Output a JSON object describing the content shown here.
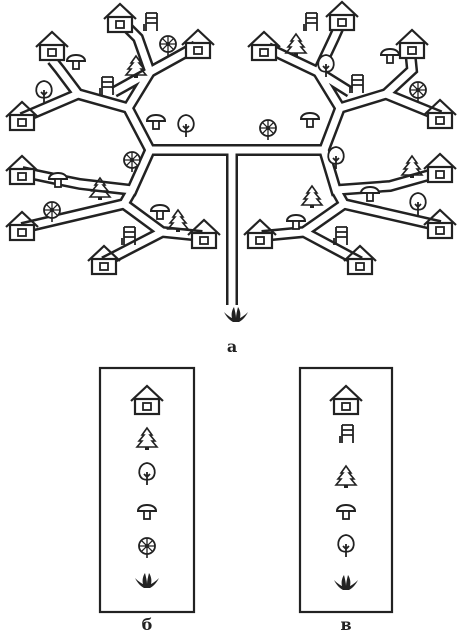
{
  "labels": {
    "a": "а",
    "b": "б",
    "v": "в"
  },
  "icons": {
    "tree_a": [
      "house-icon",
      "house-icon",
      "house-icon",
      "house-icon",
      "house-icon",
      "house-icon",
      "house-icon",
      "house-icon",
      "house-icon",
      "house-icon",
      "house-icon",
      "house-icon",
      "house-icon",
      "house-icon",
      "house-icon",
      "house-icon",
      "house-icon",
      "house-icon",
      "chair-icon",
      "chair-icon",
      "chair-icon",
      "chair-icon",
      "chair-icon",
      "chair-icon",
      "chair-icon",
      "mushroom-icon",
      "mushroom-icon",
      "mushroom-icon",
      "mushroom-icon",
      "mushroom-icon",
      "mushroom-icon",
      "mushroom-icon",
      "mushroom-icon",
      "mushroom-icon",
      "mushroom-icon",
      "fir-tree-icon",
      "fir-tree-icon",
      "fir-tree-icon",
      "fir-tree-icon",
      "fir-tree-icon",
      "fir-tree-icon",
      "deciduous-tree-icon",
      "deciduous-tree-icon",
      "deciduous-tree-icon",
      "deciduous-tree-icon",
      "deciduous-tree-icon",
      "deciduous-tree-icon",
      "deciduous-tree-icon",
      "flower-icon",
      "flower-icon",
      "flower-icon",
      "flower-icon",
      "flower-icon",
      "flower-icon",
      "grass-icon"
    ],
    "panel_b": [
      "house-icon",
      "fir-tree-icon",
      "deciduous-tree-icon",
      "mushroom-icon",
      "flower-icon",
      "grass-icon"
    ],
    "panel_v": [
      "house-icon",
      "chair-icon",
      "fir-tree-icon",
      "mushroom-icon",
      "deciduous-tree-icon",
      "grass-icon"
    ]
  }
}
